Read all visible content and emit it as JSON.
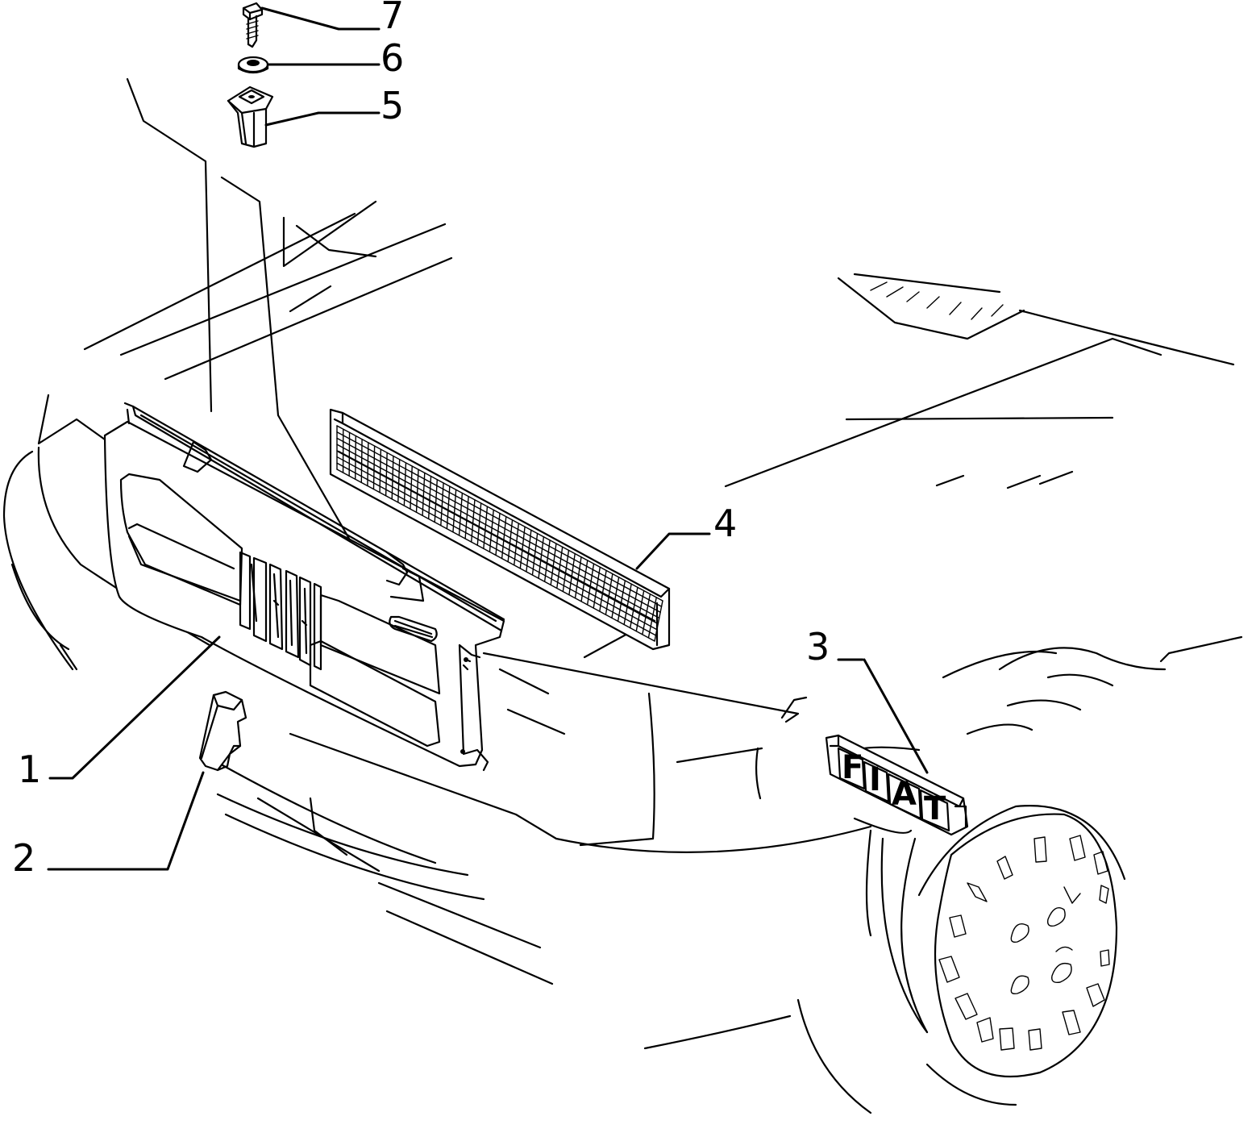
{
  "callouts": [
    {
      "label": "1"
    },
    {
      "label": "2"
    },
    {
      "label": "3"
    },
    {
      "label": "4"
    },
    {
      "label": "5"
    },
    {
      "label": "6"
    },
    {
      "label": "7"
    }
  ],
  "badge": {
    "letters": [
      "F",
      "I",
      "A",
      "T"
    ]
  }
}
